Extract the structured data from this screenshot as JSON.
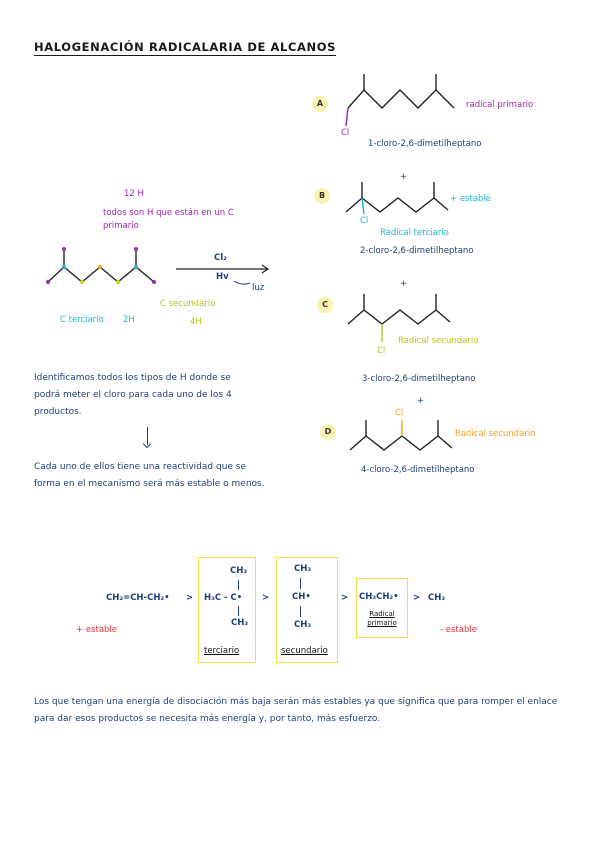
{
  "title": "HALOGENACIÓN RADICALARIA DE ALCANOS",
  "left": {
    "h_count": "12 H",
    "primary_note": "todos son H que están en un C primario",
    "reagent": "Cl₂",
    "conditions": "Hv",
    "light": "luz",
    "terciario": "C terciario",
    "terciario_h": "2H",
    "secundario": "C secundario",
    "secundario_h": "4H",
    "para1": "Identificamos todos los tipos de H donde se podrá meter el cloro para cada uno de los 4 productos.",
    "para2": "Cada uno de ellos tiene una reactividad que se forma en el mecanismo será más estable o menos."
  },
  "products": [
    {
      "letter": "A",
      "cl": "Cl",
      "radical": "radical primario",
      "name": "1-cloro-2,6-dimetilheptano",
      "plus": ""
    },
    {
      "letter": "B",
      "cl": "Cl",
      "radical": "Radical terciario",
      "stable": "+ estable",
      "name": "2-cloro-2,6-dimetilheptano",
      "plus": "+"
    },
    {
      "letter": "C",
      "cl": "Cl",
      "radical": "Radical secundario",
      "name": "3-cloro-2,6-dimetilheptano",
      "plus": "+"
    },
    {
      "letter": "D",
      "cl": "Cl",
      "radical": "Radical secundario",
      "name": "4-cloro-2,6-dimetilheptano",
      "plus": "+"
    }
  ],
  "series": {
    "allyl": "CH₂=CH-CH₂•",
    "gt": ">",
    "tert_top": "CH₃",
    "tert_mid": "H₃C - C•",
    "tert_bot": "CH₃",
    "tert_label": "terciario",
    "sec_top": "CH₃",
    "sec_mid": "CH•",
    "sec_bot": "CH₃",
    "sec_label": "secundario",
    "prim_formula": "CH₃CH₂•",
    "prim_label": "Radical primario",
    "methyl": "CH₃",
    "most_stable": "+ estable",
    "least_stable": "- estable"
  },
  "conclusion": "Los que tengan una energía de disociación más baja serán más estables ya que significa que para romper el enlace para dar esos productos se necesita más energía y, por tanto, más esfuerzo."
}
